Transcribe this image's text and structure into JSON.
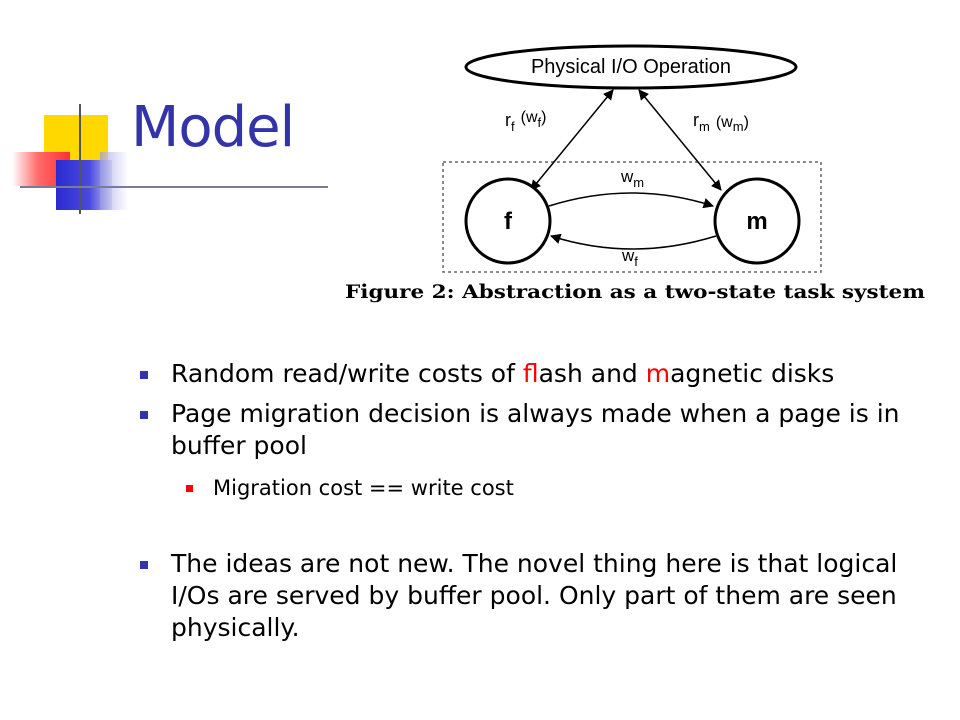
{
  "slide": {
    "title": "Model",
    "colors": {
      "title": "#3333aa",
      "bullet": "#3333aa",
      "sub_bullet": "#ff0000",
      "highlight": "#ff0000"
    }
  },
  "figure": {
    "top_node": "Physical I/O Operation",
    "left_label": "r",
    "left_label_sub": "f",
    "left_label_paren": "(w",
    "left_label_paren_sub": "f",
    "left_label_close": ")",
    "right_label": "r",
    "right_label_sub": "m",
    "right_label_paren": "(w",
    "right_label_paren_sub": "m",
    "right_label_close": ")",
    "state_f": "f",
    "state_m": "m",
    "edge_top": "w",
    "edge_top_sub": "m",
    "edge_bottom": "w",
    "edge_bottom_sub": "f",
    "caption": "Figure 2:  Abstraction as a two-state task system"
  },
  "bullets": [
    {
      "parts": [
        "Random read/write costs of ",
        "f",
        "lash and ",
        "m",
        "agnetic disks"
      ]
    },
    {
      "text": "Page migration decision is always made when a page is in buffer pool"
    },
    {
      "text": "Migration cost == write cost"
    },
    {
      "text": "The ideas are not new.  The novel thing here is that logical I/Os are served by buffer pool. Only part of them are seen physically."
    }
  ]
}
